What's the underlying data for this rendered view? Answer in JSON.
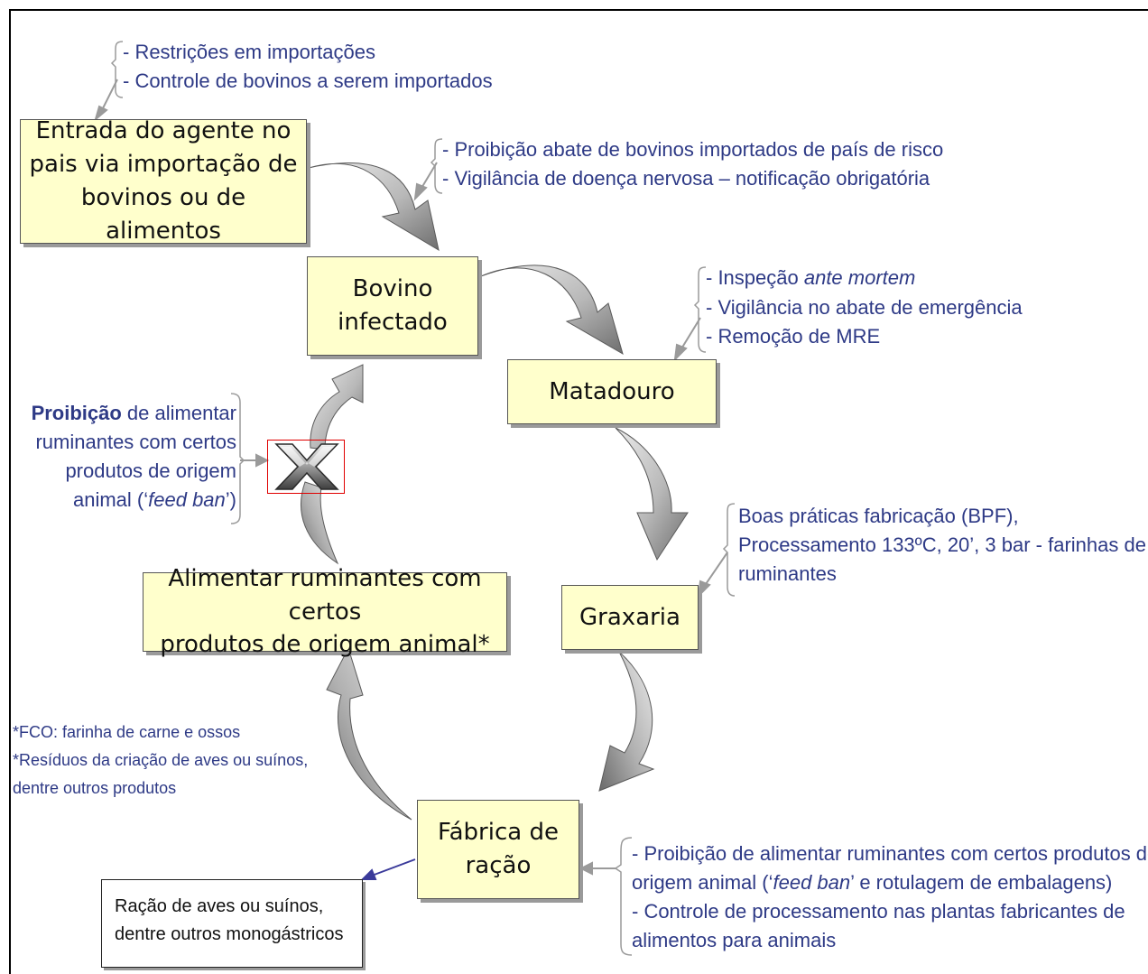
{
  "boxes": {
    "entrada": [
      "Entrada do agente no",
      "pais via importação de",
      "bovinos ou de alimentos"
    ],
    "bovino": [
      "Bovino",
      "infectado"
    ],
    "matadouro": [
      "Matadouro"
    ],
    "graxaria": [
      "Graxaria"
    ],
    "fabrica": [
      "Fábrica de",
      "ração"
    ],
    "alimentar": [
      "Alimentar ruminantes com certos",
      "produtos de origem animal*"
    ],
    "racao_aves": [
      "Ração de aves ou suínos,",
      "dentre outros monogástricos"
    ]
  },
  "notes": {
    "importacoes": [
      "- Restrições em importações",
      "- Controle de bovinos a serem importados"
    ],
    "abate": [
      "- Proibição abate de bovinos importados de país de risco",
      "- Vigilância de doença nervosa – notificação obrigatória"
    ],
    "inspecao": {
      "line1_prefix": "- Inspeção ",
      "line1_italic": "ante mortem",
      "line2": "- Vigilância no abate de emergência",
      "line3": "- Remoção de MRE"
    },
    "bpf": [
      "Boas práticas fabricação (BPF),",
      "Processamento 133ºC, 20’, 3 bar -  farinhas de",
      "ruminantes"
    ],
    "fabrica_controle": {
      "line1": "- Proibição de alimentar ruminantes com certos produtos de",
      "line2_prefix": "origem animal (‘",
      "line2_italic": "feed ban",
      "line2_suffix": "’ e rotulagem de embalagens)",
      "line3": "- Controle de processamento nas plantas fabricantes de",
      "line4": "alimentos para animais"
    },
    "feed_ban": {
      "bold": "Proibição",
      "line1_rest": " de alimentar",
      "line2": "ruminantes com certos",
      "line3": "produtos de origem",
      "line4_prefix": "animal (‘",
      "line4_italic": "feed ban",
      "line4_suffix": "’)"
    },
    "footnotes": [
      "*FCO: farinha de carne e ossos",
      "*Resíduos da criação de aves ou suínos,",
      "dentre outros produtos"
    ]
  },
  "colors": {
    "box_fill": "#ffffcc",
    "note_text": "#2e3a86",
    "arrow_fill": "#b8b8b8",
    "x_highlight": "#e00000",
    "pointer_arrow": "#3a3a9a"
  },
  "icons": {
    "block_mark": "x-mark-icon"
  }
}
